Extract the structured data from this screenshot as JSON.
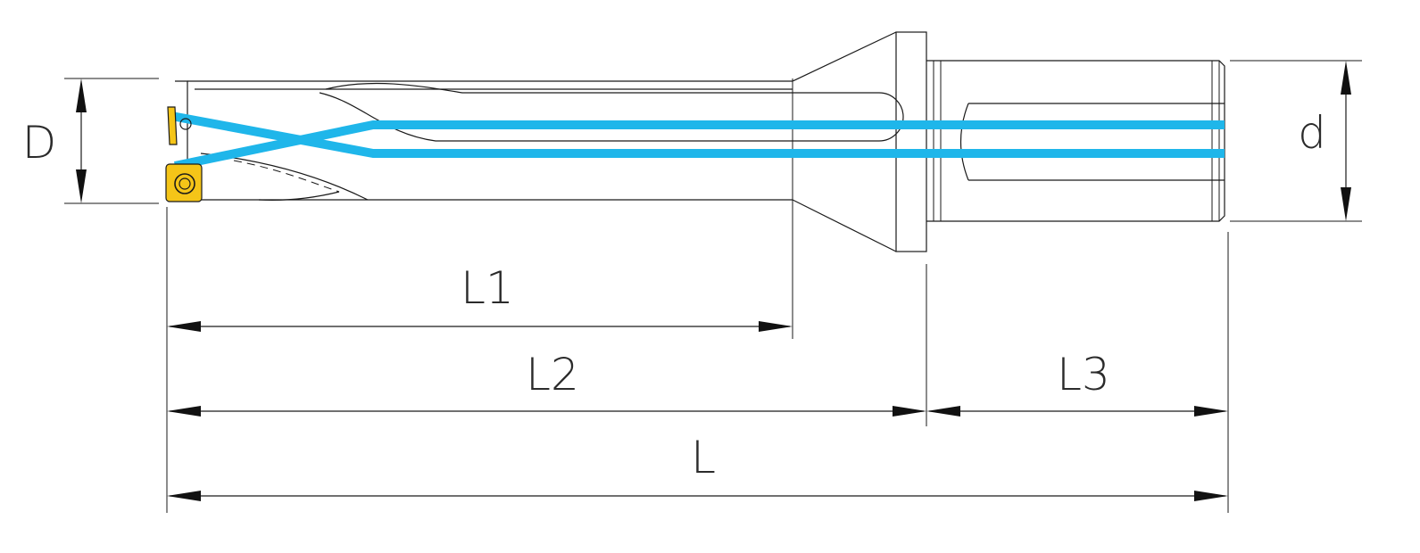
{
  "labels": {
    "D": "D",
    "d": "d",
    "L1": "L1",
    "L2": "L2",
    "L3": "L3",
    "L": "L"
  },
  "colors": {
    "coolant": "#1fb6ea",
    "insert": "#f5c518",
    "outline": "#1a1a1a"
  },
  "icons": {
    "insert_top": "cutting-insert-icon",
    "insert_bottom": "cutting-insert-icon"
  }
}
